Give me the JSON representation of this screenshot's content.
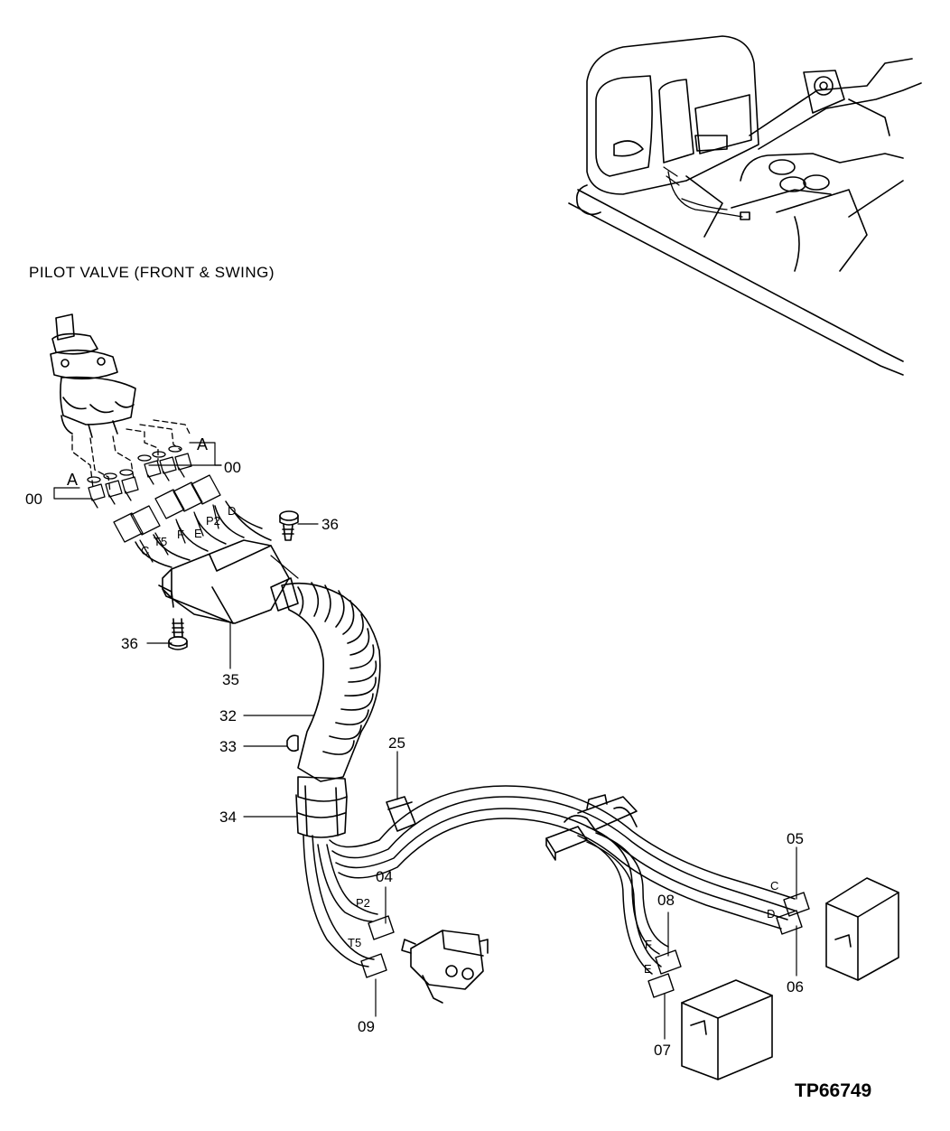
{
  "diagram": {
    "title": "PILOT  VALVE  (FRONT & SWING)",
    "figure_id": "TP66749",
    "callouts": {
      "c00_right": "00",
      "c00_left": "00",
      "c36_right": "36",
      "c36_left": "36",
      "c35": "35",
      "c32": "32",
      "c33": "33",
      "c34": "34",
      "c25": "25",
      "c04": "04",
      "c09": "09",
      "c05": "05",
      "c06": "06",
      "c08": "08",
      "c07": "07"
    },
    "port_labels": {
      "a_right": "A",
      "a_left": "A",
      "d_top": "D",
      "p2_top": "P2",
      "f_top": "F",
      "e_top": "E",
      "t5_top": "T5",
      "c_top": "C",
      "p2_bottom": "P2",
      "t5_bottom": "T5",
      "c_right": "C",
      "d_right": "D",
      "f_bottom": "F",
      "e_bottom": "E"
    }
  }
}
